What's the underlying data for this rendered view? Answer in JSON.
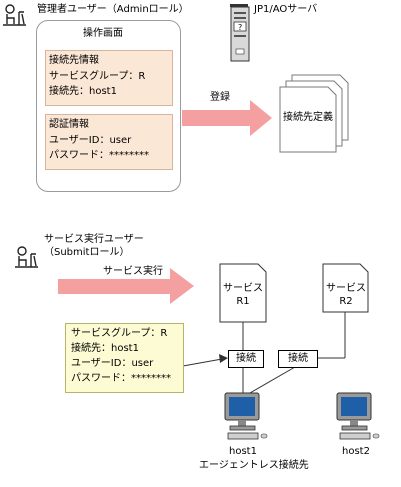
{
  "admin": {
    "user_label": "管理者ユーザー（Adminロール）",
    "screen_title": "操作画面",
    "conn_info": {
      "title": "接続先情報",
      "line1": "サービスグループ：R",
      "line2": "接続先：host1"
    },
    "auth_info": {
      "title": "認証情報",
      "line1": "ユーザーID：user",
      "line2": "パスワード：********"
    }
  },
  "server": {
    "label": "JP1/AOサーバ"
  },
  "register_label": "登録",
  "definition_label": "接続先定義",
  "submit": {
    "user_label_line1": "サービス実行ユーザー",
    "user_label_line2": "（Submitロール）",
    "exec_label": "サービス実行"
  },
  "service_group": {
    "label": "サービスグループ：R",
    "service1_line1": "サービス",
    "service1_line2": "R1",
    "service2_line1": "サービス",
    "service2_line2": "R2"
  },
  "info_box": {
    "line1": "サービスグループ：R",
    "line2": "接続先：host1",
    "line3": "ユーザーID：user",
    "line4": "パスワード：********"
  },
  "connection1_label": "接続",
  "connection2_label": "接続",
  "agentless": {
    "label": "エージェントレス接続先",
    "host1": "host1",
    "host2": "host2"
  },
  "colors": {
    "arrow": "#f4a0a0",
    "peach_fill": "#fbe7d6",
    "yellow_fill": "#fdfbd3",
    "monitor_screen": "#1f5fa8"
  }
}
